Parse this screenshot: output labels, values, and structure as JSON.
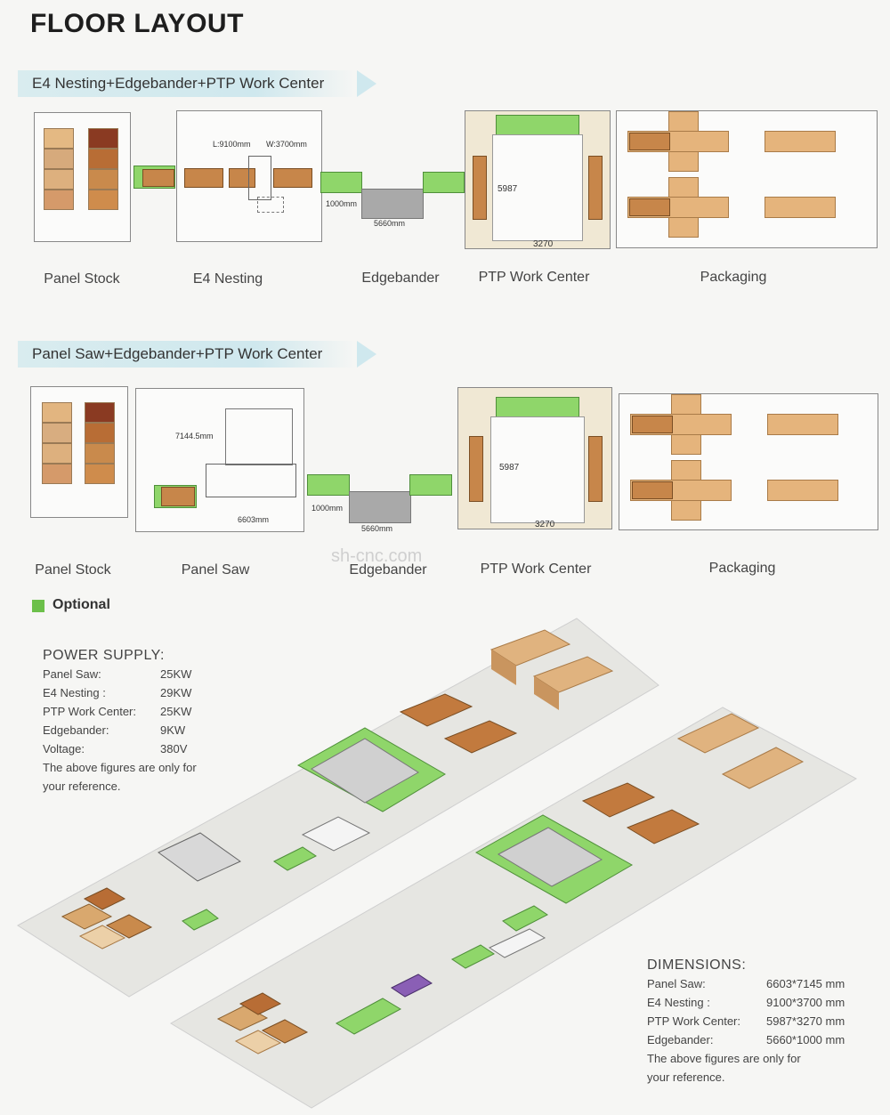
{
  "title": "FLOOR LAYOUT",
  "layout1": {
    "banner": "E4 Nesting+Edgebander+PTP Work Center",
    "captions": [
      "Panel Stock",
      "E4 Nesting",
      "Edgebander",
      "PTP Work Center",
      "Packaging"
    ],
    "dims": {
      "nest_l": "L:9100mm",
      "nest_w": "W:3700mm",
      "edge_w": "1000mm",
      "edge_l": "5660mm",
      "ptp_h": "5987",
      "ptp_w": "3270"
    }
  },
  "layout2": {
    "banner": "Panel Saw+Edgebander+PTP Work Center",
    "captions": [
      "Panel Stock",
      "Panel Saw",
      "Edgebander",
      "PTP Work Center",
      "Packaging"
    ],
    "dims": {
      "saw_h": "7144.5mm",
      "saw_w": "6603mm",
      "edge_w": "1000mm",
      "edge_l": "5660mm",
      "ptp_h": "5987",
      "ptp_w": "3270"
    }
  },
  "watermark": "sh-cnc.com",
  "legend": {
    "label": "Optional",
    "color": "#6cc04a"
  },
  "power": {
    "heading": "POWER SUPPLY:",
    "rows": [
      {
        "label": "Panel Saw:",
        "value": "25KW"
      },
      {
        "label": "E4 Nesting :",
        "value": "29KW"
      },
      {
        "label": "PTP Work Center:",
        "value": "25KW"
      },
      {
        "label": "Edgebander:",
        "value": "9KW"
      },
      {
        "label": "Voltage:",
        "value": "380V"
      }
    ],
    "note": "The above figures are only for your reference."
  },
  "dimensions": {
    "heading": "DIMENSIONS:",
    "rows": [
      {
        "label": "Panel Saw:",
        "value": "6603*7145 mm"
      },
      {
        "label": "E4 Nesting :",
        "value": "9100*3700 mm"
      },
      {
        "label": "PTP Work Center:",
        "value": "5987*3270 mm"
      },
      {
        "label": "Edgebander:",
        "value": "5660*1000 mm"
      }
    ],
    "note": "The above figures are only for your reference."
  }
}
